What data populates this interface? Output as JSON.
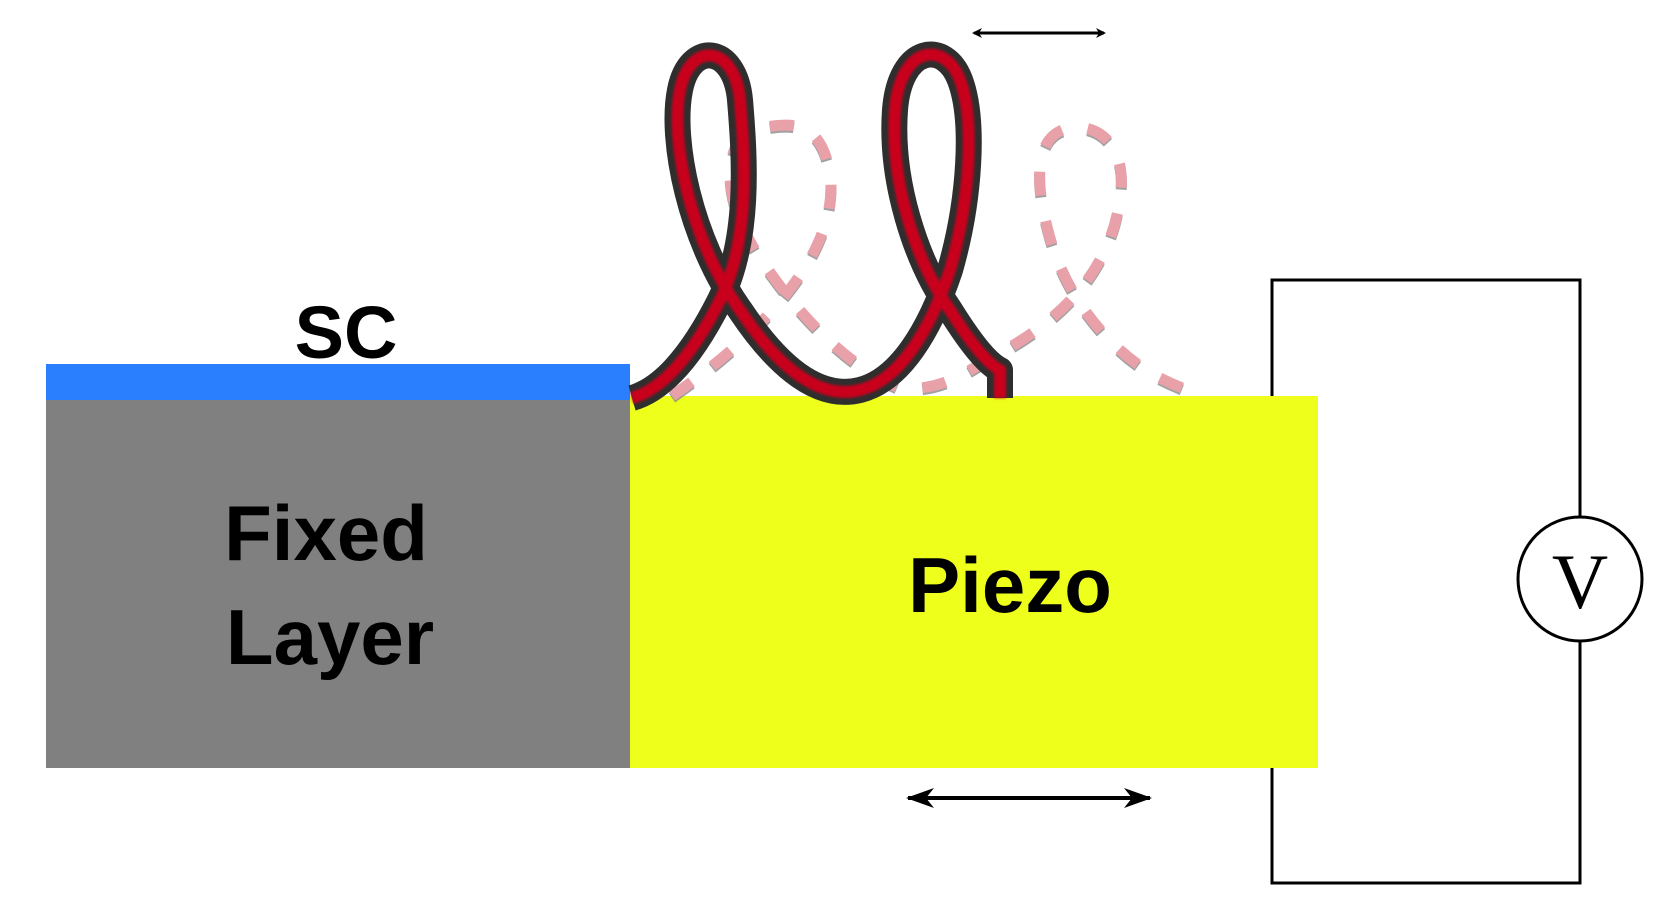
{
  "labels": {
    "sc": "SC",
    "fixed_line1": "Fixed",
    "fixed_line2": "Layer",
    "piezo": "Piezo",
    "voltmeter": "V"
  },
  "colors": {
    "fixed_layer": "#808080",
    "sc_layer": "#2a7fff",
    "piezo": "#eeff1c",
    "helix_core": "#c8001e",
    "helix_edge": "#2e2e2e",
    "ghost_dash": "#e8a0a8",
    "wire": "#000000"
  },
  "icons": {
    "arrow_top": "double-headed-arrow",
    "arrow_bottom": "double-headed-arrow",
    "voltmeter": "voltmeter-circle"
  }
}
